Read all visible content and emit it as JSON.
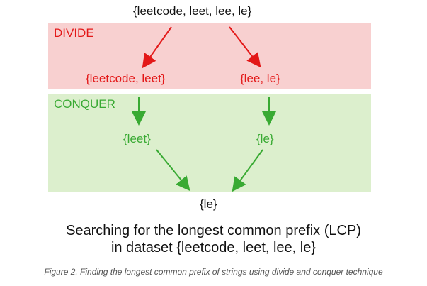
{
  "colors": {
    "divide_accent": "#e31818",
    "conquer_accent": "#39aa33",
    "divide_background": "#f8d0d0",
    "conquer_background": "#dcefcd",
    "text_primary": "#111111",
    "caption_text": "#555555"
  },
  "diagram": {
    "root": "{leetcode, leet, lee, le}",
    "stages": {
      "divide": "DIVIDE",
      "conquer": "CONQUER"
    },
    "nodes": {
      "left_split": "{leetcode, leet}",
      "right_split": "{lee, le}",
      "left_result": "{leet}",
      "right_result": "{le}",
      "final_result": "{le}"
    },
    "description_line_1": "Searching for the longest common prefix (LCP)",
    "description_line_2": "in dataset {leetcode, leet, lee, le}"
  },
  "figure_caption": "Figure 2. Finding the longest common prefix of strings using divide and conquer technique"
}
